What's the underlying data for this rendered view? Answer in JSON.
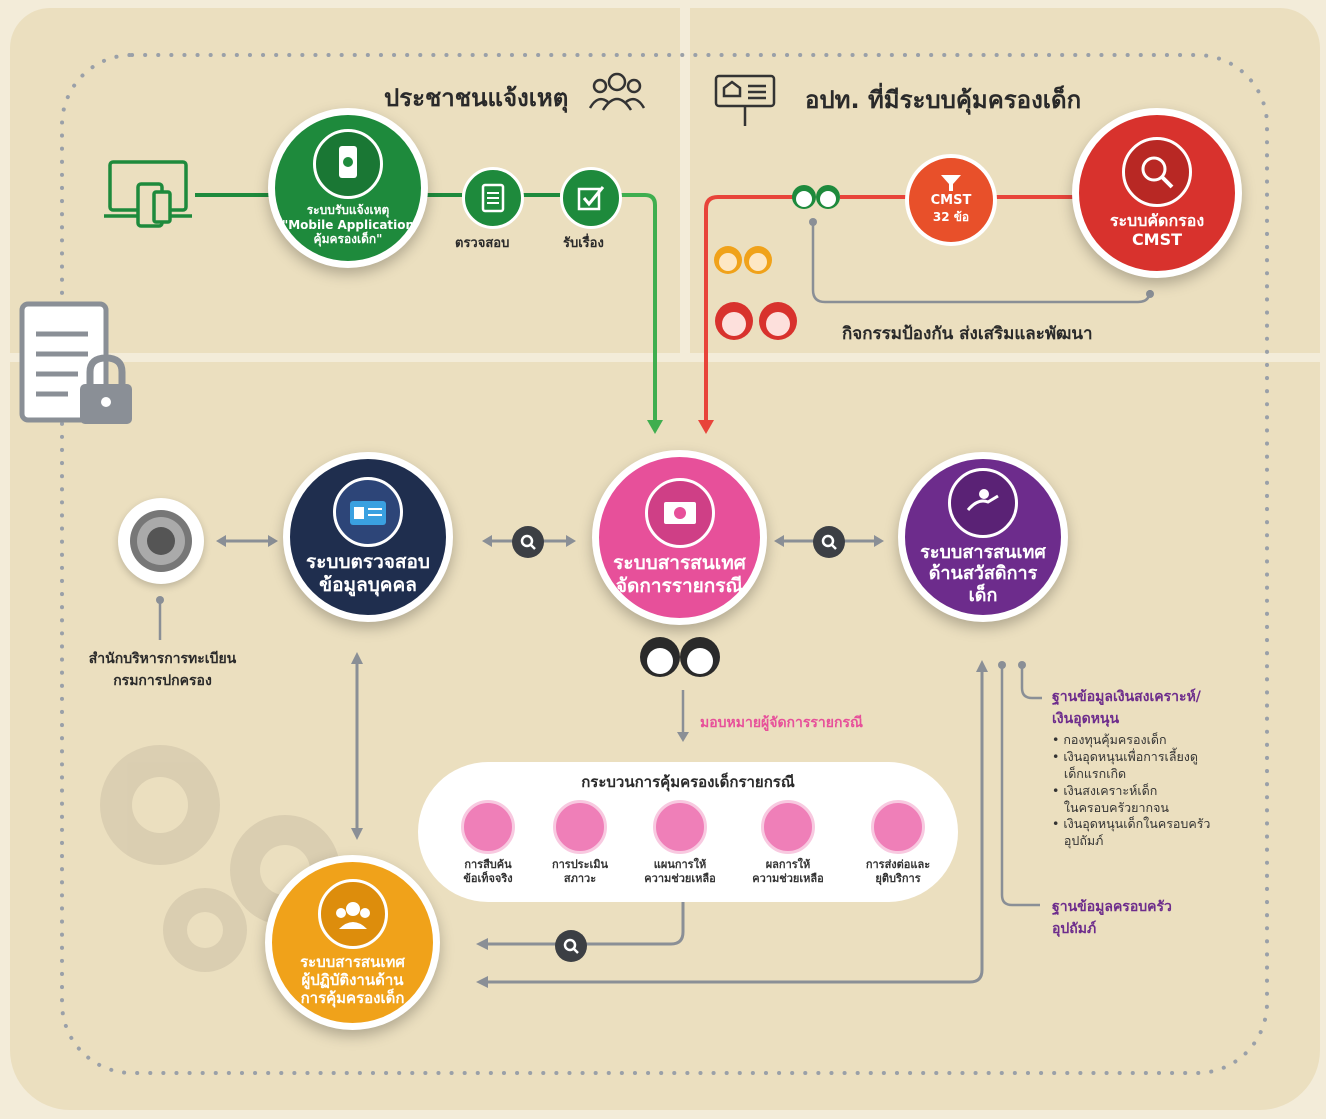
{
  "headers": {
    "citizen": "ประชาชนแจ้งเหตุ",
    "local_gov": "อปท. ที่มีระบบคุ้มครองเด็ก"
  },
  "mobile_app": {
    "title": "ระบบรับแจ้งเหตุ",
    "subtitle": "\"Mobile Application",
    "subtitle2": "คุ้มครองเด็ก\""
  },
  "steps": {
    "check": "ตรวจสอบ",
    "receive": "รับเรื่อง"
  },
  "cmst": {
    "label": "CMST",
    "count": "32 ข้อ",
    "system_title": "ระบบคัดกรอง",
    "system_subtitle": "CMST"
  },
  "prevention": "กิจกรรมป้องกัน ส่งเสริมและพัฒนา",
  "person_system": {
    "line1": "ระบบตรวจสอบ",
    "line2": "ข้อมูลบุคคล"
  },
  "registration_office": {
    "line1": "สำนักบริหารการทะเบียน",
    "line2": "กรมการปกครอง"
  },
  "case_system": {
    "line1": "ระบบสารสนเทศ",
    "line2": "จัดการรายกรณี"
  },
  "welfare_system": {
    "line1": "ระบบสารสนเทศ",
    "line2": "ด้านสวัสดิการ",
    "line3": "เด็ก"
  },
  "assign_manager": "มอบหมายผู้จัดการรายกรณี",
  "process": {
    "title": "กระบวนการคุ้มครองเด็กรายกรณี",
    "items": [
      "การสืบค้น\nข้อเท็จจริง",
      "การประเมิน\nสภาวะ",
      "แผนการให้\nความช่วยเหลือ",
      "ผลการให้\nความช่วยเหลือ",
      "การส่งต่อและ\nยุติบริการ"
    ]
  },
  "worker_system": {
    "line1": "ระบบสารสนเทศ",
    "line2": "ผู้ปฏิบัติงานด้าน",
    "line3": "การคุ้มครองเด็ก"
  },
  "welfare_db": {
    "title": "ฐานข้อมูลเงินสงเคราะห์/",
    "title2": "เงินอุดหนุน",
    "items": [
      "• กองทุนคุ้มครองเด็ก",
      "• เงินอุดหนุนเพื่อการเลี้ยงดู",
      "   เด็กแรกเกิด",
      "• เงินสงเคราะห์เด็ก",
      "   ในครอบครัวยากจน",
      "• เงินอุดหนุนเด็กในครอบครัว",
      "   อุปถัมภ์"
    ]
  },
  "foster_db": {
    "line1": "ฐานข้อมูลครอบครัว",
    "line2": "อุปถัมภ์"
  },
  "colors": {
    "green": "#1e8a3c",
    "red": "#d8322d",
    "orange_red": "#e8502a",
    "navy": "#1f2e4e",
    "pink": "#e7509a",
    "purple": "#6d2c8c",
    "amber": "#f0a21a",
    "background": "#ebdfbf"
  }
}
